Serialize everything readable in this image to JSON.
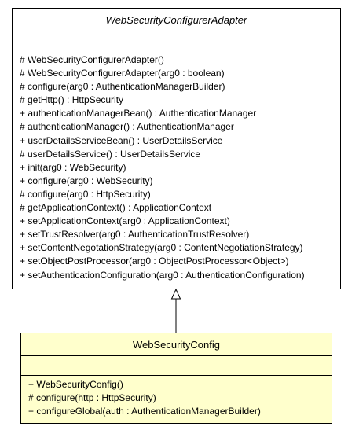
{
  "classes": {
    "parent": {
      "name": "WebSecurityConfigurerAdapter",
      "operations": [
        "# WebSecurityConfigurerAdapter()",
        "# WebSecurityConfigurerAdapter(arg0 : boolean)",
        "# configure(arg0 : AuthenticationManagerBuilder)",
        "# getHttp() : HttpSecurity",
        "+ authenticationManagerBean() : AuthenticationManager",
        "# authenticationManager() : AuthenticationManager",
        "+ userDetailsServiceBean() : UserDetailsService",
        "# userDetailsService() : UserDetailsService",
        "+ init(arg0 : WebSecurity)",
        "+ configure(arg0 : WebSecurity)",
        "# configure(arg0 : HttpSecurity)",
        "# getApplicationContext() : ApplicationContext",
        "+ setApplicationContext(arg0 : ApplicationContext)",
        "+ setTrustResolver(arg0 : AuthenticationTrustResolver)",
        "+ setContentNegotationStrategy(arg0 : ContentNegotiationStrategy)",
        "+ setObjectPostProcessor(arg0 : ObjectPostProcessor<Object>)",
        "+ setAuthenticationConfiguration(arg0 : AuthenticationConfiguration)"
      ]
    },
    "child": {
      "name": "WebSecurityConfig",
      "operations": [
        "+ WebSecurityConfig()",
        "# configure(http : HttpSecurity)",
        "+ configureGlobal(auth : AuthenticationManagerBuilder)"
      ]
    }
  },
  "colors": {
    "child_fill": "#ffffcc",
    "parent_fill": "#ffffff",
    "line": "#000000"
  }
}
